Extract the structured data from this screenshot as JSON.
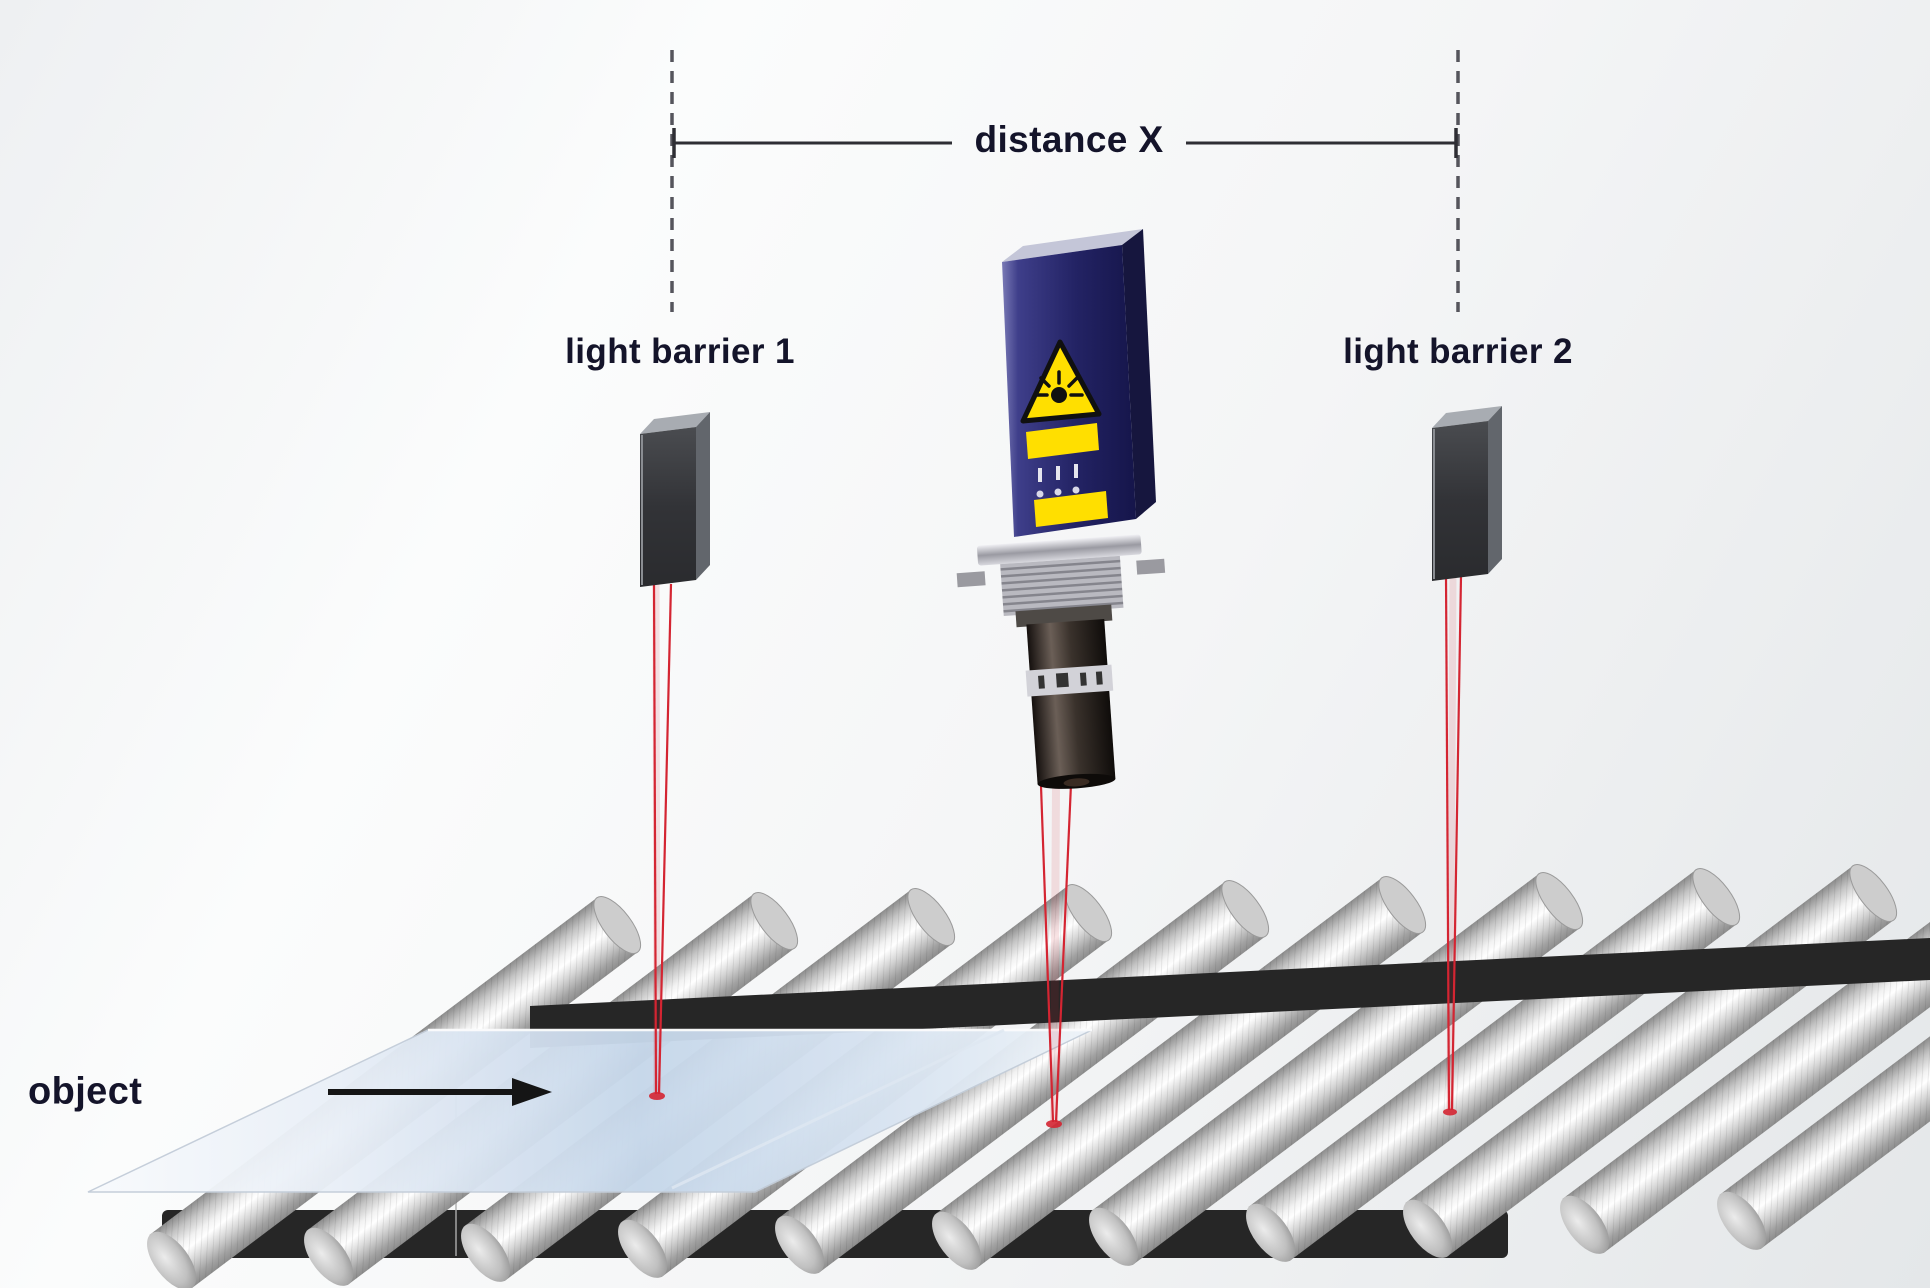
{
  "diagram": {
    "title_context": "laser distance measurement over conveyor",
    "labels": {
      "distance": "distance X",
      "light_barrier_1": "light barrier 1",
      "light_barrier_2": "light barrier 2",
      "object": "object"
    },
    "colors": {
      "laser_red": "#d42532",
      "sensor_navy": "#232364",
      "warning_yellow": "#ffdf00",
      "frame_dark": "#262626",
      "roller_gray": "#c4c4c4",
      "object_blue": "#c6d7ea",
      "label_text": "#14142a"
    }
  }
}
